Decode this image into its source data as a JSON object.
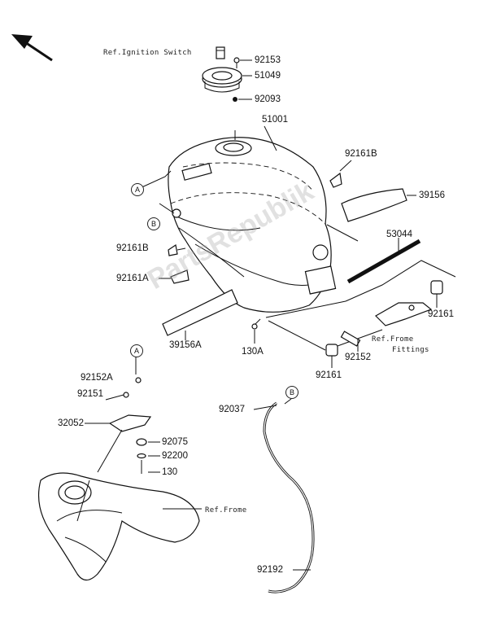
{
  "diagram": {
    "watermark": "PartsRepublik",
    "orientation_arrow": "arrow-up-left-icon",
    "refs": {
      "ignition_switch": "Ref.Ignition Switch",
      "frame_fittings_1": "Ref.Frome",
      "frame_fittings_2": "Fittings",
      "frame": "Ref.Frome"
    },
    "callouts": {
      "a_marker": "A",
      "b_marker": "B",
      "a_marker_lower": "A",
      "b_marker_lower": "B"
    },
    "part_numbers": {
      "p92153": "92153",
      "p51049": "51049",
      "p92093": "92093",
      "p51001": "51001",
      "p92161B_right": "92161B",
      "p39156": "39156",
      "p53044": "53044",
      "p92161B_left": "92161B",
      "p92161A": "92161A",
      "p39156A": "39156A",
      "p130A": "130A",
      "p92161_right": "92161",
      "p92152": "92152",
      "p92161_bottom": "92161",
      "p92152A": "92152A",
      "p92151": "92151",
      "p32052": "32052",
      "p92075": "92075",
      "p92200": "92200",
      "p130": "130",
      "p92037": "92037",
      "p92192": "92192"
    }
  }
}
